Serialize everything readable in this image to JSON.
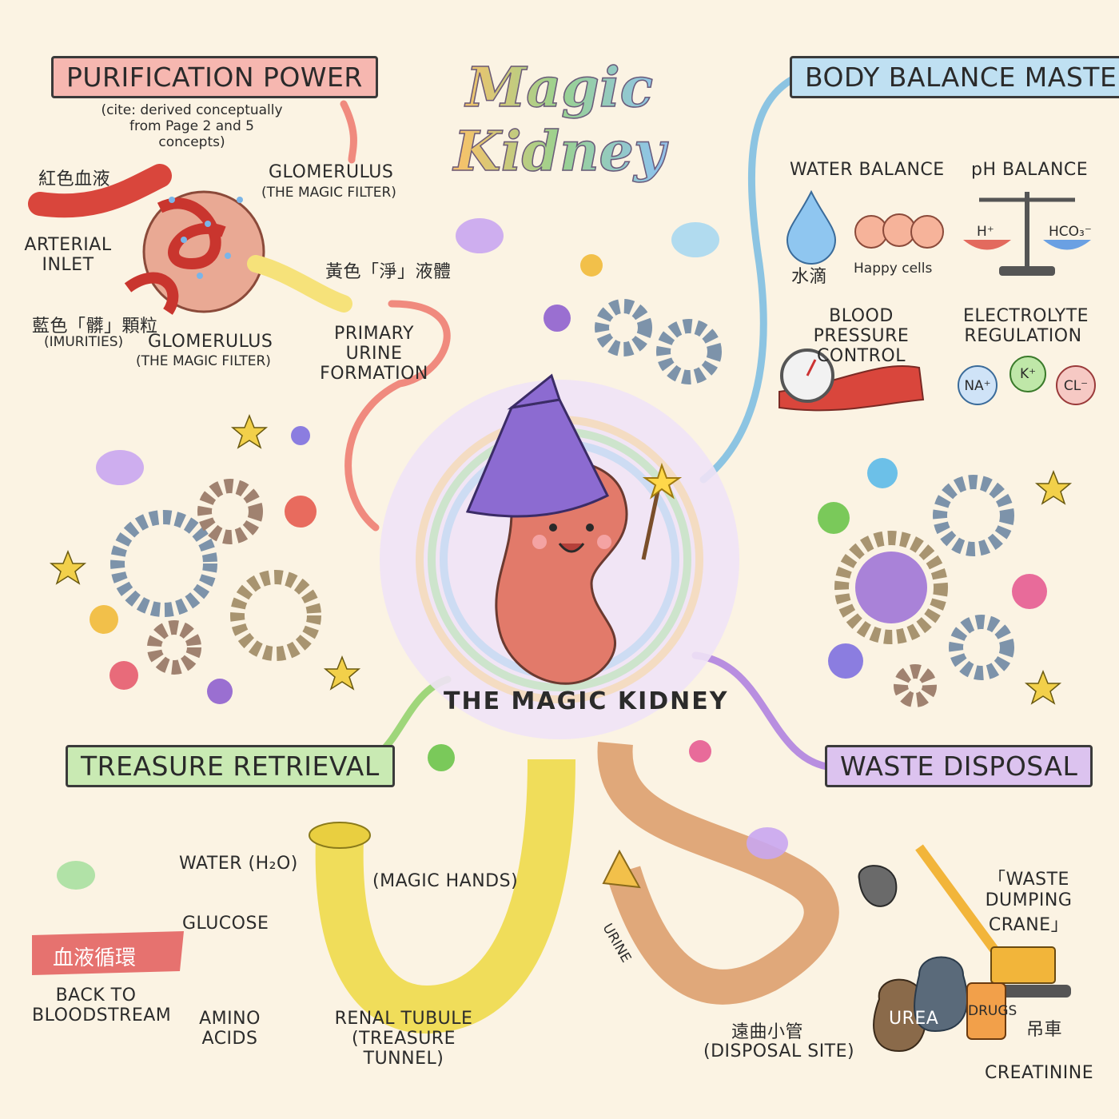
{
  "title": "Magic Kidney",
  "center": {
    "label": "THE MAGIC KIDNEY"
  },
  "purification": {
    "heading": "PURIFICATION POWER",
    "cite": "(cite: derived conceptually\nfrom Page 2 and 5 concepts)",
    "red_blood": "紅色血液",
    "arterial_inlet": "ARTERIAL\nINLET",
    "glomerulus_top": "GLOMERULUS",
    "glomerulus_top_sub": "(THE MAGIC FILTER)",
    "blue_particles": "藍色「髒」顆粒",
    "impurities": "(IMURITIES)",
    "glomerulus_bottom": "GLOMERULUS",
    "glomerulus_bottom_sub": "(THE MAGIC FILTER)",
    "yellow_liquid": "黃色「淨」液體",
    "primary_urine": "PRIMARY URINE\nFORMATION"
  },
  "balance": {
    "heading": "BODY BALANCE MASTER",
    "water_balance": "WATER BALANCE",
    "water_drop": "水滴",
    "happy_cells": "Happy cells",
    "ph_balance": "pH BALANCE",
    "h_ion": "H⁺",
    "hco3_ion": "HCO₃⁻",
    "blood_pressure": "BLOOD PRESSURE\nCONTROL",
    "electrolyte": "ELECTROLYTE\nREGULATION",
    "na": "NA⁺",
    "k": "K⁺",
    "cl": "CL⁻"
  },
  "treasure": {
    "heading": "TREASURE RETRIEVAL",
    "water": "WATER (H₂O)",
    "glucose": "GLUCOSE",
    "amino": "AMINO\nACIDS",
    "magic_hands": "(MAGIC HANDS)",
    "circulation": "血液循環",
    "back": "BACK TO\nBLOODSTREAM",
    "tubule": "RENAL TUBULE\n(TREASURE TUNNEL)"
  },
  "waste": {
    "heading": "WASTE DISPOSAL",
    "urine": "URINE",
    "crane": "「WASTE DUMPING\nCRANE」",
    "distal": "遠曲小管",
    "disposal_site": "(DISPOSAL SITE)",
    "urea": "UREA",
    "drugs": "DRUGS",
    "crane_zh": "吊車",
    "creatinine": "CREATININE"
  },
  "colors": {
    "purification": "#f6b7b0",
    "balance": "#bfe0f2",
    "treasure": "#c9eab3",
    "waste": "#dcc3ef"
  }
}
